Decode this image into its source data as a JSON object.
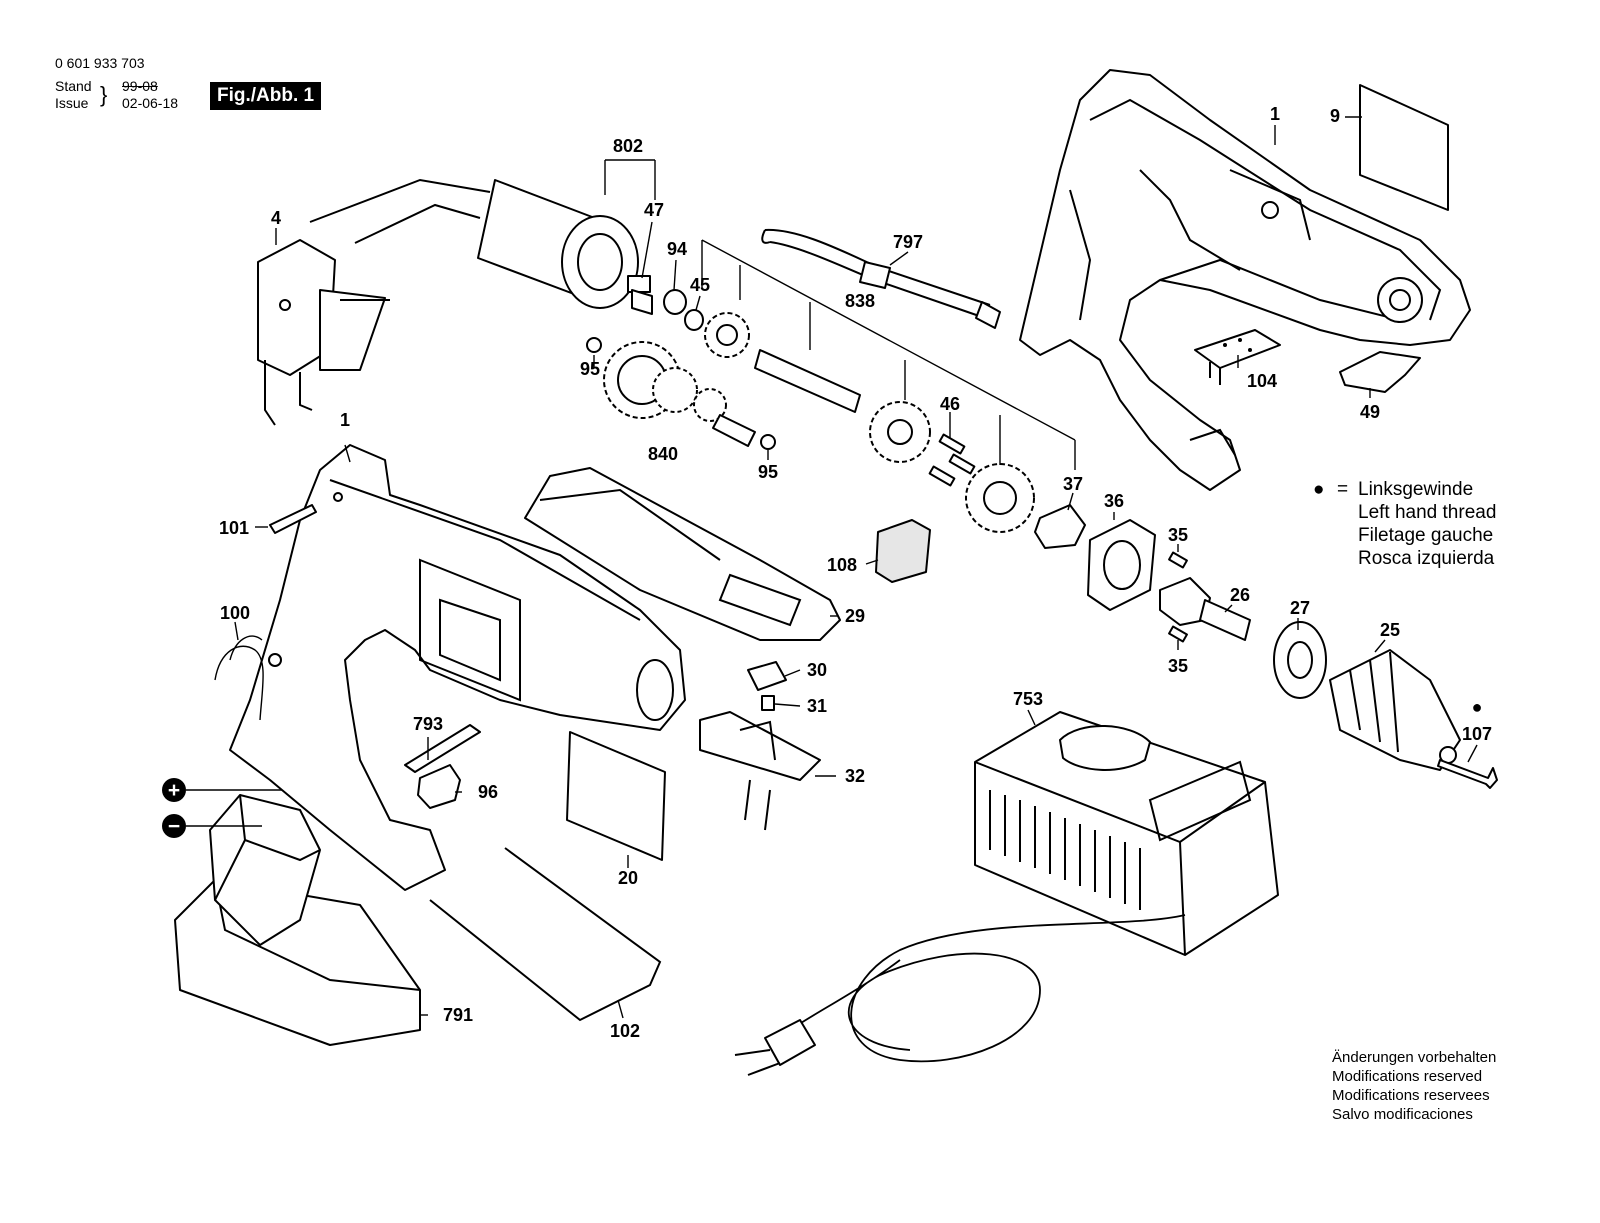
{
  "header": {
    "part_number": "0 601 933 703",
    "stand_label": "Stand",
    "issue_label": "Issue",
    "stand_value_struck": "99-08",
    "issue_value": "02-06-18",
    "figure_badge": "Fig./Abb. 1"
  },
  "legend": {
    "marker": "●",
    "equals": "=",
    "lines": [
      "Linksgewinde",
      "Left hand thread",
      "Filetage gauche",
      "Rosca izquierda"
    ]
  },
  "footer_note": {
    "lines": [
      "Änderungen vorbehalten",
      "Modifications reserved",
      "Modifications reservees",
      "Salvo modificaciones"
    ]
  },
  "polarity": {
    "plus": "+",
    "minus": "−"
  },
  "part_labels": {
    "housing_left": "1",
    "housing_right": "1",
    "switch": "4",
    "label_9": "9",
    "motor_assembly": "802",
    "pinion": "47",
    "washer_94": "94",
    "washer_45": "45",
    "ball_top": "95",
    "ball_bottom": "95",
    "gear_cluster": "840",
    "gearbox_838": "838",
    "belt_clip": "797",
    "electronics_104": "104",
    "cover_49": "49",
    "pins_46": "46",
    "carrier_37": "37",
    "ring_36": "36",
    "pin_35_top": "35",
    "pin_35_bottom": "35",
    "spindle_26": "26",
    "bearing_27": "27",
    "chuck_25": "25",
    "screw_107": "107",
    "screw_101": "101",
    "cable_100": "100",
    "sponge_108": "108",
    "battery_cover_29": "29",
    "part_30": "30",
    "part_31": "31",
    "contact_32": "32",
    "bit_793": "793",
    "holder_96": "96",
    "nameplate_20": "20",
    "wire_102": "102",
    "charger_753": "753",
    "battery_791": "791",
    "dot_107": "●"
  }
}
